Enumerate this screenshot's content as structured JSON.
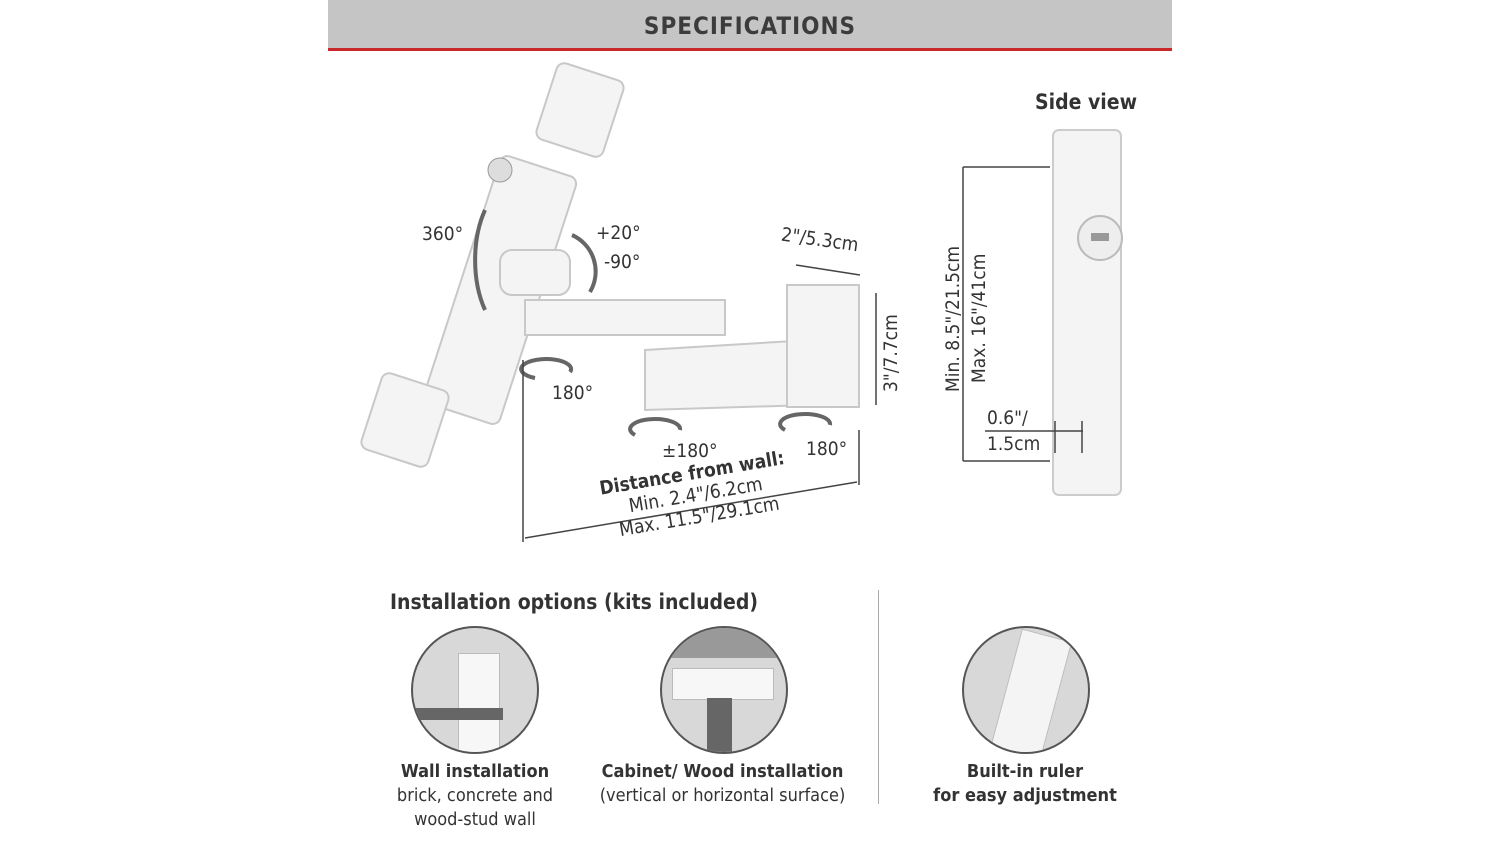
{
  "header": {
    "title": "SPECIFICATIONS"
  },
  "main_view": {
    "rotation_tilt": "360°",
    "tilt_up": "+20°",
    "tilt_down": "-90°",
    "arm_depth": "2\"/5.3cm",
    "plate_height": "3\"/7.7cm",
    "swivel_left": "180°",
    "swivel_middle": "±180°",
    "swivel_right": "180°",
    "distance_title": "Distance from wall:",
    "distance_min": "Min. 2.4\"/6.2cm",
    "distance_max": "Max. 11.5\"/29.1cm"
  },
  "side_view": {
    "title": "Side view",
    "range_min": "Min. 8.5\"/21.5cm",
    "range_max": "Max. 16\"/41cm",
    "depth_line1": "0.6\"/",
    "depth_line2": "1.5cm"
  },
  "installation": {
    "title": "Installation options (kits included)",
    "options": [
      {
        "title": "Wall installation",
        "line1": "brick, concrete and",
        "line2": "wood-stud wall"
      },
      {
        "title": "Cabinet/ Wood installation",
        "line1": "(vertical or horizontal surface)"
      }
    ]
  },
  "feature": {
    "title_line1": "Built-in ruler",
    "title_line2": "for easy adjustment"
  },
  "colors": {
    "header_bg": "#c5c5c5",
    "accent": "#c8282a"
  }
}
